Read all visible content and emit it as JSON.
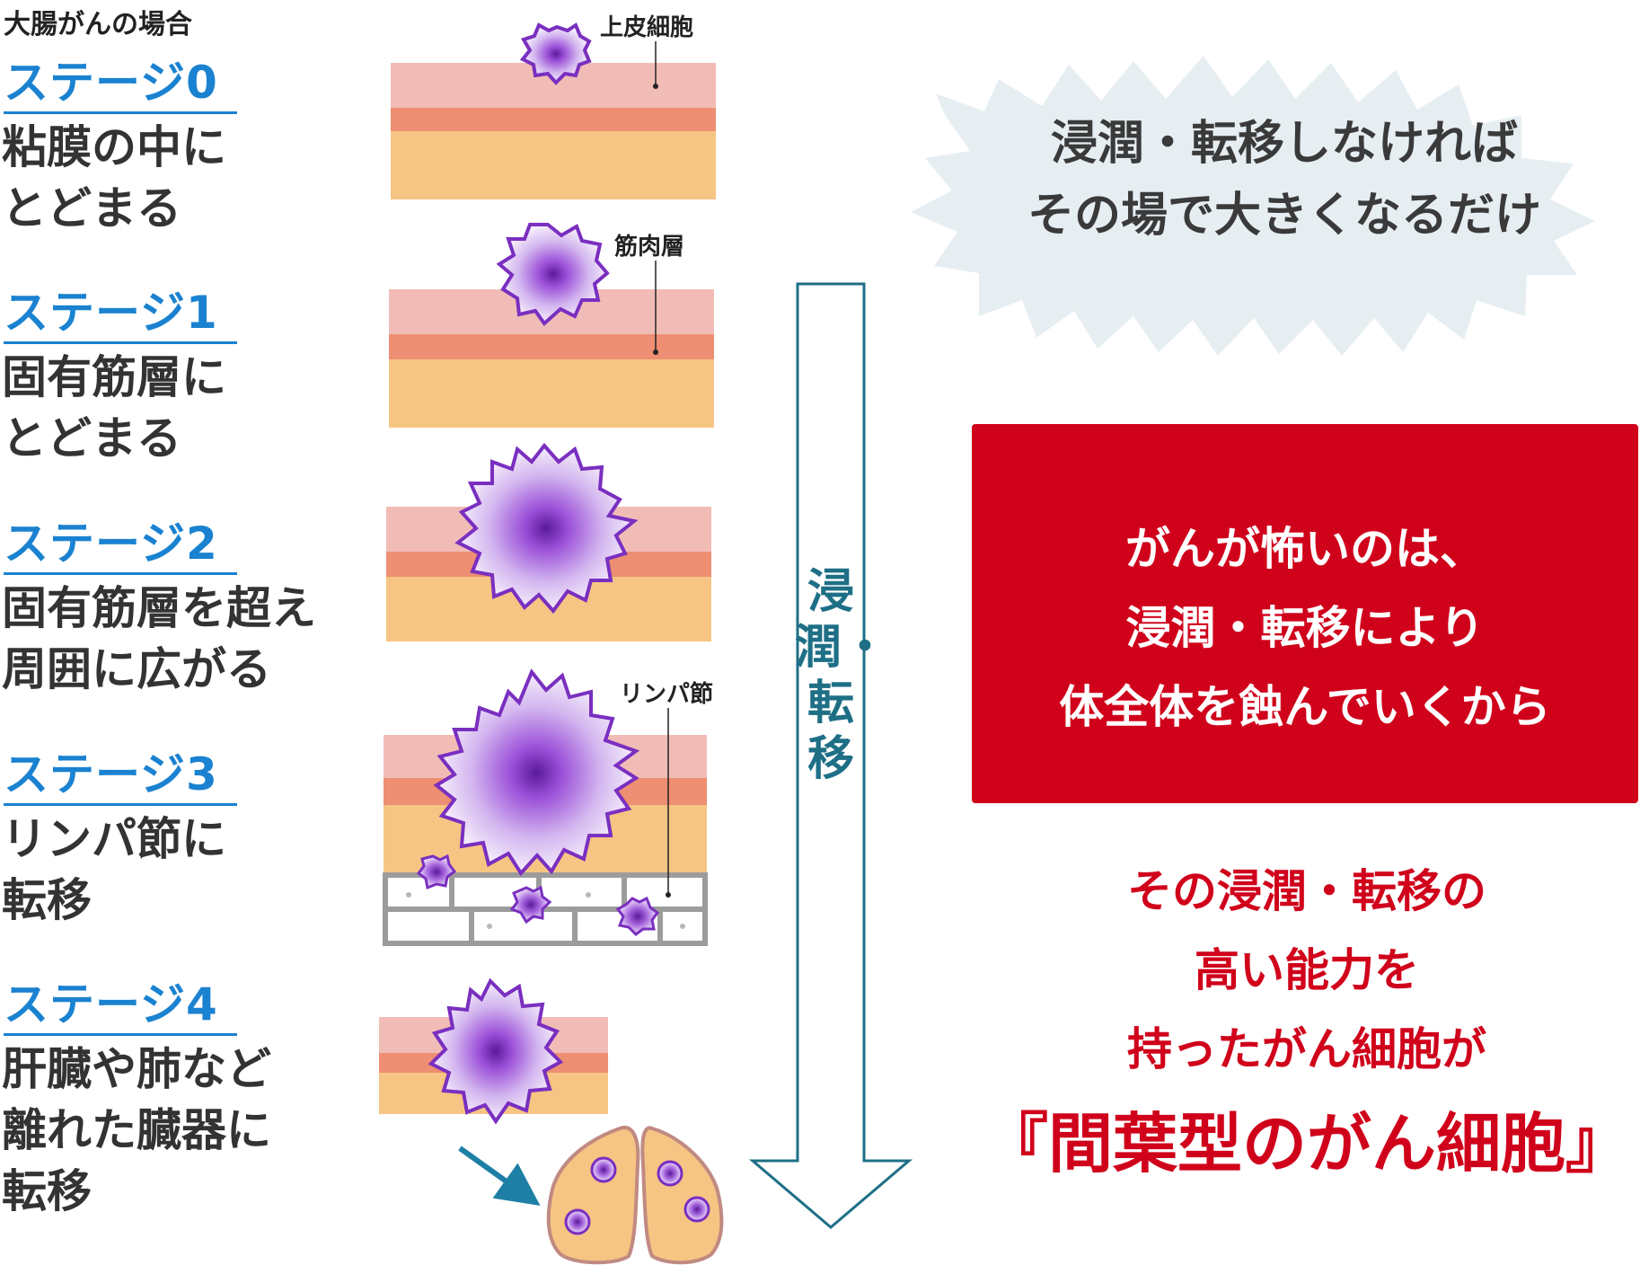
{
  "heading": "大腸がんの場合",
  "stages": [
    {
      "title": "ステージ0",
      "desc": "粘膜の中に\nとどまる"
    },
    {
      "title": "ステージ1",
      "desc": "固有筋層に\nとどまる"
    },
    {
      "title": "ステージ2",
      "desc": "固有筋層を超え\n周囲に広がる"
    },
    {
      "title": "ステージ3",
      "desc": "リンパ節に\n転移"
    },
    {
      "title": "ステージ4",
      "desc": "肝臓や肺など\n離れた臓器に\n転移"
    }
  ],
  "labels": {
    "epithelium": "上皮細胞",
    "muscle": "筋肉層",
    "lymph": "リンパ節"
  },
  "arrow_label": "浸潤・転移",
  "cloud_text": "浸潤・転移しなければ\nその場で大きくなるだけ",
  "red_box_text": "がんが怖いのは、\n浸潤・転移により\n体全体を蝕んでいくから",
  "bottom_text": "その浸潤・転移の\n高い能力を\n持ったがん細胞が",
  "emphasis": "『間葉型のがん細胞』",
  "colors": {
    "stage_blue": "#1a82d0",
    "accent_red": "#d0021b",
    "tumor_purple": "#7a2fc0",
    "mucosa_pink": "#f2bcb6",
    "muscle_salmon": "#ee8e72",
    "submucosa_tan": "#f6c583",
    "arrow_teal": "#1e6f86",
    "cloud_fill": "#e6eef2"
  }
}
